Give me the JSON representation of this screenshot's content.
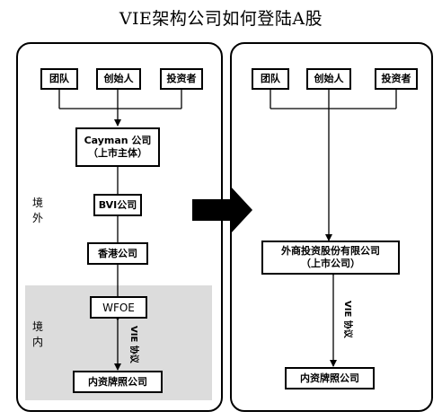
{
  "title": "VIE架构公司如何登陆A股",
  "left": {
    "shareholders": [
      "团队",
      "创始人",
      "投资者"
    ],
    "cayman_line1": "Cayman 公司",
    "cayman_line2": "（上市主体）",
    "bvi": "BVI公司",
    "hk": "香港公司",
    "wfoe": "WFOE",
    "domestic": "内资牌照公司",
    "offshore_label": "境外",
    "onshore_label": "境内",
    "vie_label": "VIE 协议"
  },
  "right": {
    "shareholders": [
      "团队",
      "创始人",
      "投资者"
    ],
    "listed_line1": "外商投资股份有限公司",
    "listed_line2": "（上市公司）",
    "domestic": "内资牌照公司",
    "vie_label": "VIE 协议"
  }
}
